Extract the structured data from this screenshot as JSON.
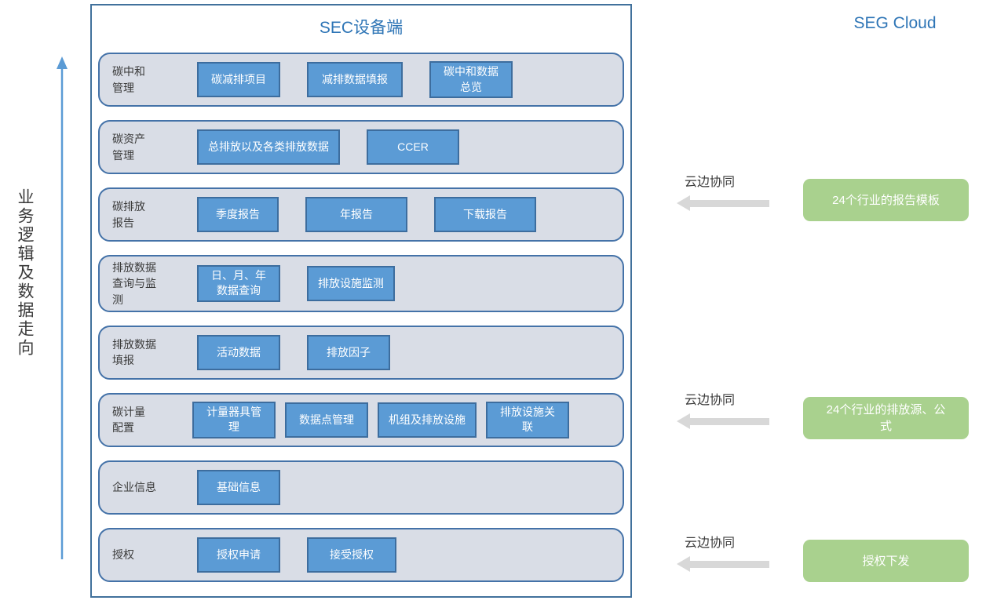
{
  "left_flow": {
    "label": "业务逻辑及数据走向"
  },
  "sec_panel": {
    "title": "SEC设备端",
    "rows": [
      {
        "label": "碳中和\n管理",
        "buttons": [
          "碳减排项目",
          "减排数据填报",
          "碳中和数据\n总览"
        ]
      },
      {
        "label": "碳资产\n管理",
        "buttons": [
          "总排放以及各类排放数据",
          "CCER"
        ]
      },
      {
        "label": "碳排放\n报告",
        "buttons": [
          "季度报告",
          "年报告",
          "下载报告"
        ]
      },
      {
        "label": "排放数据\n查询与监\n测",
        "buttons": [
          "日、月、年\n数据查询",
          "排放设施监测"
        ]
      },
      {
        "label": "排放数据\n填报",
        "buttons": [
          "活动数据",
          "排放因子"
        ]
      },
      {
        "label": "碳计量\n配置",
        "buttons": [
          "计量器具管\n理",
          "数据点管理",
          "机组及排放设施",
          "排放设施关\n联"
        ]
      },
      {
        "label": "企业信息",
        "buttons": [
          "基础信息"
        ]
      },
      {
        "label": "授权",
        "buttons": [
          "授权申请",
          "接受授权"
        ]
      }
    ]
  },
  "cloud_panel": {
    "title": "SEG Cloud",
    "links": [
      {
        "label": "云边协同",
        "box": "24个行业的报告模板"
      },
      {
        "label": "云边协同",
        "box": "24个行业的排放源、公\n式"
      },
      {
        "label": "云边协同",
        "box": "授权下发"
      }
    ]
  },
  "colors": {
    "accent_blue": "#2E75B6",
    "button_fill": "#5B9BD5",
    "button_border": "#3D6D9E",
    "row_fill": "#D9DDE6",
    "row_border": "#4472A8",
    "panel_border": "#41719C",
    "green_fill": "#A9D18E",
    "arrow_gray": "#D8D8D8"
  }
}
